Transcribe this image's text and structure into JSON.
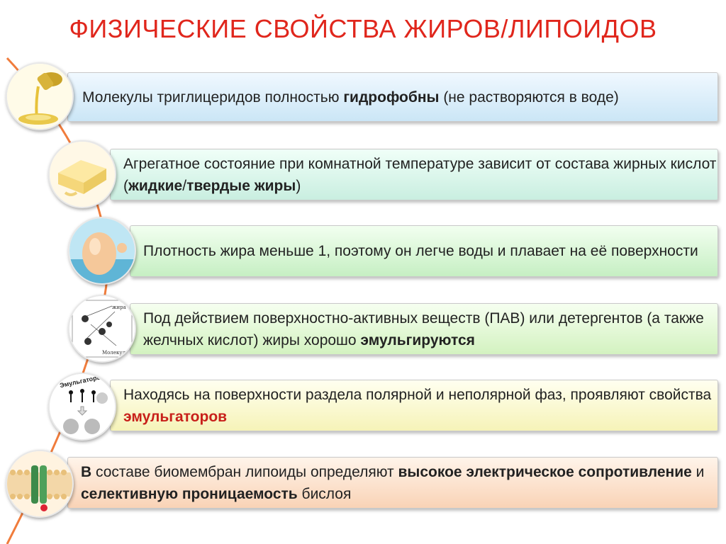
{
  "title": "ФИЗИЧЕСКИЕ СВОЙСТВА ЖИРОВ/ЛИПОИДОВ",
  "colors": {
    "title": "#e0261c",
    "accent_red": "#c8201a",
    "curve": "#f07c3c"
  },
  "items": [
    {
      "icon": "oil-pouring-icon",
      "parts": [
        {
          "t": "Молекулы триглицеридов полностью "
        },
        {
          "t": "гидрофобны",
          "b": true
        },
        {
          "t": " (не растворяются в воде)"
        }
      ]
    },
    {
      "icon": "butter-icon",
      "parts": [
        {
          "t": "Агрегатное состояние при комнатной температуре зависит от состава жирных кислот ("
        },
        {
          "t": "жидкие",
          "b": true
        },
        {
          "t": "/"
        },
        {
          "t": "твердые жиры",
          "b": true
        },
        {
          "t": ")"
        }
      ]
    },
    {
      "icon": "floating-drop-icon",
      "parts": [
        {
          "t": "Плотность жира меньше 1, поэтому он легче воды и плавает на её поверхности"
        }
      ]
    },
    {
      "icon": "micelle-diagram-icon",
      "labels": [
        "жира",
        "Молекулы"
      ],
      "parts": [
        {
          "t": "Под действием поверхностно-активных веществ (ПАВ) или детергентов (а также желчных кислот) жиры хорошо "
        },
        {
          "t": "эмульгируются",
          "b": true
        }
      ]
    },
    {
      "icon": "emulsifiers-icon",
      "labels": [
        "Эмульгаторы"
      ],
      "parts": [
        {
          "t": "Находясь на поверхности раздела полярной и неполярной фаз, проявляют свойства "
        },
        {
          "t": "эмульгаторов",
          "b": true,
          "red": true
        }
      ]
    },
    {
      "icon": "biomembrane-icon",
      "parts": [
        {
          "t": "В",
          "b": true
        },
        {
          "t": " составе биомембран липоиды определяют "
        },
        {
          "t": "высокое электрическое сопротивление",
          "b": true
        },
        {
          "t": " и "
        },
        {
          "t": "селективную проницаемость",
          "b": true
        },
        {
          "t": " бислоя"
        }
      ]
    }
  ]
}
